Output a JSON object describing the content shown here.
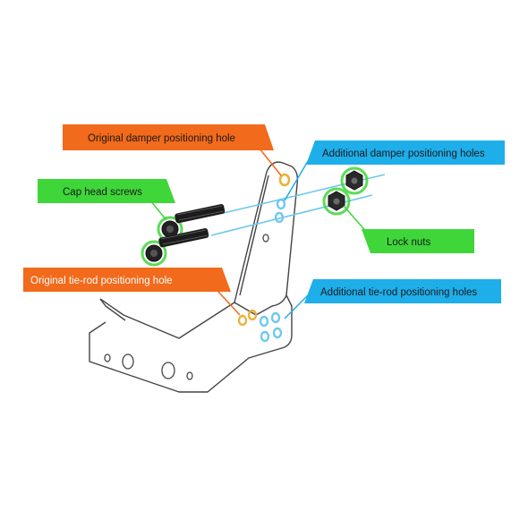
{
  "labels": {
    "original_damper": "Original damper positioning hole",
    "additional_damper": "Additional damper positioning holes",
    "cap_head_screws": "Cap head screws",
    "lock_nuts": "Lock nuts",
    "original_tie_rod": "Original tie-rod positioning hole",
    "additional_tie_rod": "Additional tie-rod positioning holes"
  },
  "colors": {
    "orange": "#f26a1b",
    "blue": "#1eaeea",
    "green": "#3fd63a",
    "highlight_orange": "#e9b23a",
    "highlight_blue": "#6ec8ee",
    "line": "#444444"
  }
}
